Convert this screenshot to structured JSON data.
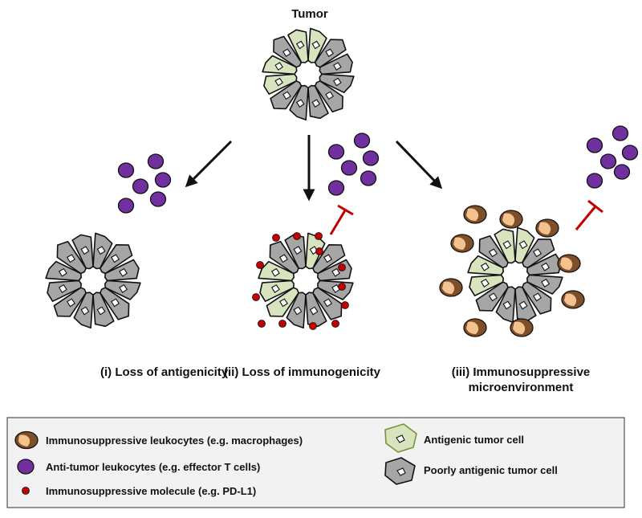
{
  "diagram": {
    "title": "Tumor",
    "labels": {
      "loss_antigenicity": "(i) Loss of antigenicity",
      "loss_immunogenicity": "(ii) Loss of immunogenicity",
      "immunosuppressive_line1": "(iii) Immunosuppressive",
      "immunosuppressive_line2": "microenvironment"
    }
  },
  "legend": {
    "items": [
      {
        "label": "Immunosuppressive leukocytes (e.g. macrophages)",
        "icon": "macrophage-icon"
      },
      {
        "label": "Anti-tumor leukocytes (e.g. effector T cells)",
        "icon": "t-cell-icon"
      },
      {
        "label": "Immunosuppressive molecule (e.g. PD-L1)",
        "icon": "pdl1-dot-icon"
      },
      {
        "label": "Antigenic tumor cell",
        "icon": "antigenic-cell-icon"
      },
      {
        "label": "Poorly antigenic tumor cell",
        "icon": "poor-cell-icon"
      }
    ]
  },
  "colors": {
    "antigenic_cell": "#d7e4bd",
    "antigenic_border": "#77933c",
    "poor_cell": "#a6a6a6",
    "t_cell": "#7030a0",
    "pdl1": "#c00000",
    "inhibition": "#c00000",
    "macrophage_dark": "#7f4f2a",
    "macrophage_light": "#f4c28e",
    "legend_bg": "#f2f2f2"
  }
}
